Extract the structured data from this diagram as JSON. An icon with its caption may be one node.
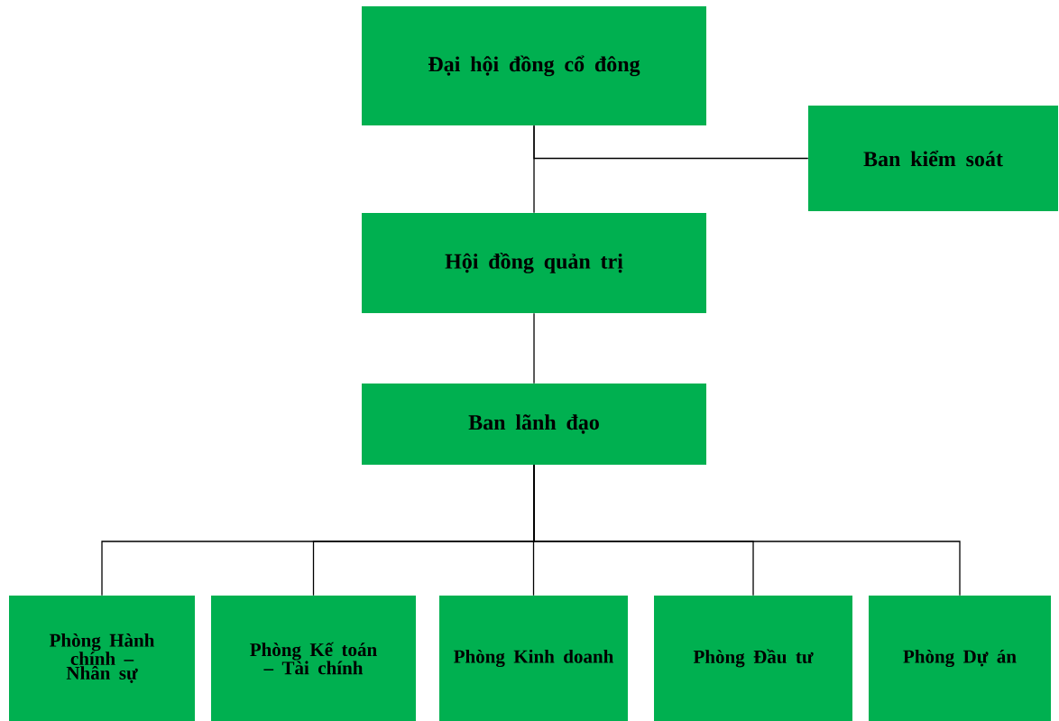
{
  "diagram": {
    "nodes": [
      {
        "text": [
          "Đại hội đồng cổ đông"
        ]
      },
      {
        "text": [
          "Ban kiểm soát"
        ]
      },
      {
        "text": [
          "Hội đồng quản trị"
        ]
      },
      {
        "text": [
          "Ban lãnh đạo"
        ]
      },
      {
        "text": [
          "Phòng Hành chính – Nhân sự"
        ]
      },
      {
        "text": [
          "Phòng Kế toán – Tài chính"
        ]
      },
      {
        "text": [
          "Phòng Kinh doanh"
        ]
      },
      {
        "text": [
          "Phòng Đầu tư"
        ]
      },
      {
        "text": [
          "Phòng Dự án"
        ]
      }
    ],
    "edges": [
      {
        "from": 0,
        "to": 2,
        "arrow": "none"
      },
      {
        "from": 0,
        "to": 1,
        "arrow": "none"
      },
      {
        "from": 2,
        "to": 3,
        "arrow": "none"
      },
      {
        "from": 3,
        "to": 4,
        "arrow": "none"
      },
      {
        "from": 3,
        "to": 5,
        "arrow": "none"
      },
      {
        "from": 3,
        "to": 6,
        "arrow": "none"
      },
      {
        "from": 3,
        "to": 7,
        "arrow": "none"
      },
      {
        "from": 3,
        "to": 8,
        "arrow": "none"
      }
    ]
  }
}
